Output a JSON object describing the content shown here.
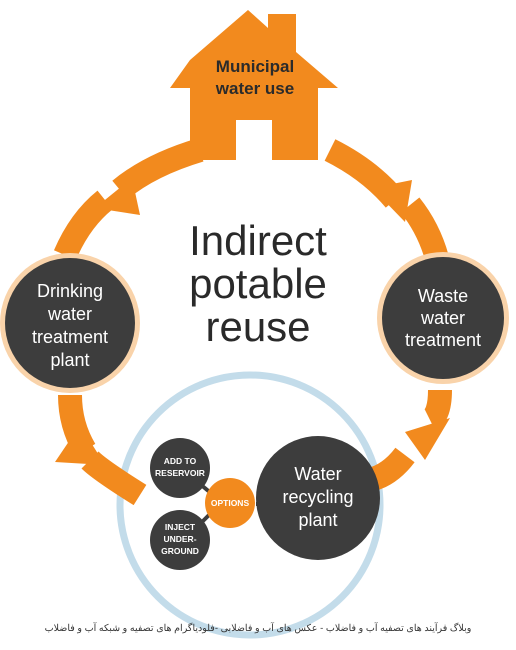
{
  "diagram": {
    "center": {
      "line1": "Indirect",
      "line2": "potable",
      "line3": "reuse"
    },
    "house": {
      "line1": "Municipal",
      "line2": "water use"
    },
    "nodes": {
      "waste": {
        "line1": "Waste",
        "line2": "water",
        "line3": "treatment"
      },
      "drinking": {
        "line1": "Drinking",
        "line2": "water",
        "line3": "treatment",
        "line4": "plant"
      },
      "recycling": {
        "line1": "Water",
        "line2": "recycling",
        "line3": "plant"
      }
    },
    "options": {
      "hub": "OPTIONS",
      "reservoir": {
        "line1": "ADD TO",
        "line2": "RESERVOIR"
      },
      "inject": {
        "line1": "INJECT",
        "line2": "UNDER-",
        "line3": "GROUND"
      }
    },
    "watermark": "وبلاگ فرآیند های تصفیه آب و فاضلاب - عکس های آب و فاضلابی -فلودیاگرام های تصفیه و شبکه آب و فاضلاب"
  },
  "colors": {
    "orange": "#f28a1e",
    "dark_circle": "#3d3d3d",
    "light_ring": "#f9d3aa",
    "blue_ring": "#c3dcea"
  }
}
